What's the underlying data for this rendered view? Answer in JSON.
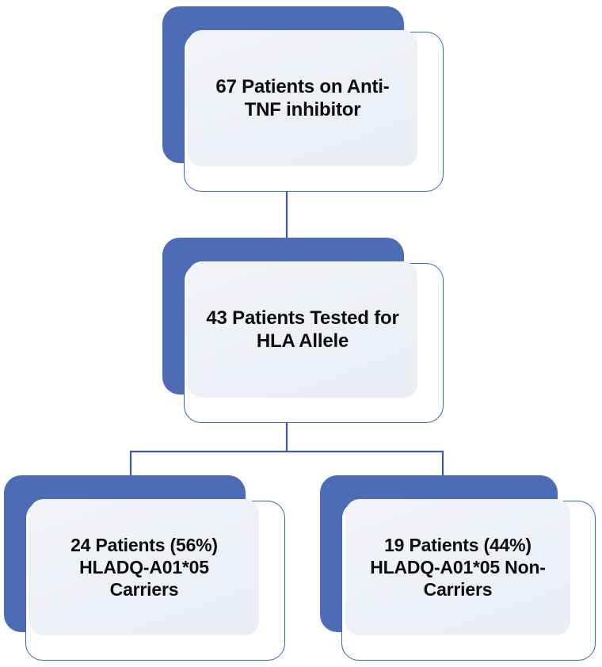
{
  "figure": {
    "type": "flowchart",
    "orientation": "top-down",
    "title": "",
    "background_color": "#FFFFFF"
  },
  "style": {
    "node_shadow_color": "#4C6DB5",
    "node_face_color": "#EFF2F8",
    "node_outline_color": "#3F63AC",
    "connector_color": "#3D5A9E",
    "label_color": "#0D0D0D"
  },
  "nodes": [
    {
      "id": "node-1",
      "name": "anti-tnf-cohort",
      "label": "67 Patients on Anti-\nTNF inhibitor",
      "count": 67,
      "description": "Patients on Anti-TNF inhibitor"
    },
    {
      "id": "node-2",
      "name": "hla-tested",
      "label": "43 Patients Tested for\nHLA Allele",
      "count": 43,
      "description": "Patients Tested for HLA Allele"
    },
    {
      "id": "node-3",
      "name": "hladq-carriers",
      "label": "24 Patients (56%)\nHLADQ-A01*05\nCarriers",
      "count": 24,
      "percent": "56%",
      "description": "HLADQ-A01*05 Carriers"
    },
    {
      "id": "node-4",
      "name": "hladq-non-carriers",
      "label": "19 Patients (44%)\nHLADQ-A01*05 Non-\nCarriers",
      "count": 19,
      "percent": "44%",
      "description": "HLADQ-A01*05 Non-Carriers"
    }
  ],
  "connectors": [
    {
      "name": "connector-cohort-to-tested",
      "from": "node-1",
      "to": "node-2",
      "shape": "straight"
    },
    {
      "name": "connector-tested-to-carriers",
      "from": "node-2",
      "to": "node-3",
      "shape": "elbow"
    },
    {
      "name": "connector-tested-to-non-carriers",
      "from": "node-2",
      "to": "node-4",
      "shape": "elbow"
    }
  ]
}
